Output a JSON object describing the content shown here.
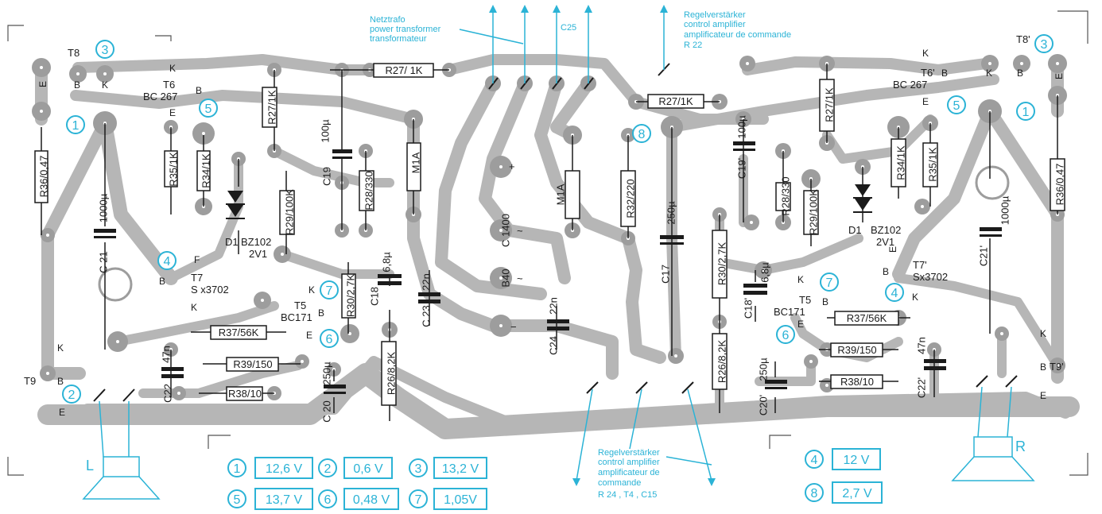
{
  "annotations": {
    "netztrafo": [
      "Netztrafo",
      "power transformer",
      "transformateur"
    ],
    "regel_top": [
      "Regelverstärker",
      "control amplifier",
      "amplificateur de commande",
      "R 22"
    ],
    "regel_bottom": [
      "Regelverstärker",
      "control amplifier",
      "amplificateur de",
      "commande",
      "R 24 , T4 , C15"
    ],
    "c25": "C25"
  },
  "components": {
    "R27_top": "R27/ 1K",
    "R27_left": "R27/1K",
    "R35": "R35/1K",
    "R34": "R34/1K",
    "R36": "R36/0,47",
    "R29": "R29/100K",
    "R28": "R28/330",
    "R30": "R30/2,7K",
    "R37": "R37/56K",
    "R39": "R39/150",
    "R38": "R38/10",
    "R26": "R26/8,2K",
    "M1A": "M1A",
    "R32": "R32/220",
    "R27_right_h": "R27/1K",
    "R27_right_v": "R27/1K",
    "R28p": "R28/330",
    "R29p": "R29/100K",
    "R34p": "R34/1K",
    "R35p": "R35/1K",
    "R36p": "R36/0,47",
    "R30p": "R30/2,7K",
    "R37p": "R37/56K",
    "R39p": "R39/150",
    "R38p": "R38/10",
    "R26p": "R26/8,2K"
  },
  "caps": {
    "C21": "C 21",
    "C21_val": "1000µ",
    "C19": "C19",
    "C19_val": "100µ",
    "C18": "C18",
    "C18_val": "6,8µ",
    "C22": "C22",
    "C22_val": "47n",
    "C20": "C 20",
    "C20_val": "250µ",
    "C23": "C 23",
    "C23_val": "22n",
    "C24": "C24",
    "C24_val": "22n",
    "C1400": "C 1400",
    "B40": "B40",
    "C17": "C17",
    "C17_val": "250µ",
    "C19p": "C19'",
    "C19p_val": "100µ",
    "C18p": "C18'",
    "C18p_val": "6,8µ",
    "C20p": "C20'",
    "C20p_val": "250µ",
    "C22p": "C22'",
    "C22p_val": "47n",
    "C21p": "C21'",
    "C21p_val": "1000µ"
  },
  "semis": {
    "T8": "T8",
    "T6": "T6",
    "BC267": "BC 267",
    "D1": "D1",
    "BZ102": "BZ102",
    "2V1": "2V1",
    "T7": "T7",
    "Sx3702": "S x3702",
    "T5": "T5",
    "BC171": "BC171",
    "T9": "T9",
    "T8p": "T8'",
    "T6p": "T6'",
    "BC267p": "BC 267",
    "D1p": "D1",
    "BZ102p": "BZ102",
    "2V1p": "2V1",
    "T7p": "T7'",
    "Sx3702p": "Sx3702",
    "T5p": "T5",
    "BC171p": "BC171",
    "T9p": "T9'"
  },
  "pins": {
    "E": "E",
    "B": "B",
    "K": "K",
    "F": "F"
  },
  "speakers": {
    "left": "L",
    "right": "R"
  },
  "markers": {
    "m1": "1",
    "m2": "2",
    "m3": "3",
    "m4": "4",
    "m5": "5",
    "m6": "6",
    "m7": "7",
    "m8": "8"
  },
  "legend": [
    {
      "num": "1",
      "value": "12,6 V"
    },
    {
      "num": "2",
      "value": "0,6 V"
    },
    {
      "num": "3",
      "value": "13,2 V"
    },
    {
      "num": "5",
      "value": "13,7 V"
    },
    {
      "num": "6",
      "value": "0,48 V"
    },
    {
      "num": "7",
      "value": "1,05V"
    },
    {
      "num": "4",
      "value": "12 V"
    },
    {
      "num": "8",
      "value": "2,7 V"
    }
  ],
  "colors": {
    "accent": "#2bb3d6",
    "track": "#b6b6b6",
    "pad": "#9d9d9d",
    "ink": "#1b1b1b"
  }
}
